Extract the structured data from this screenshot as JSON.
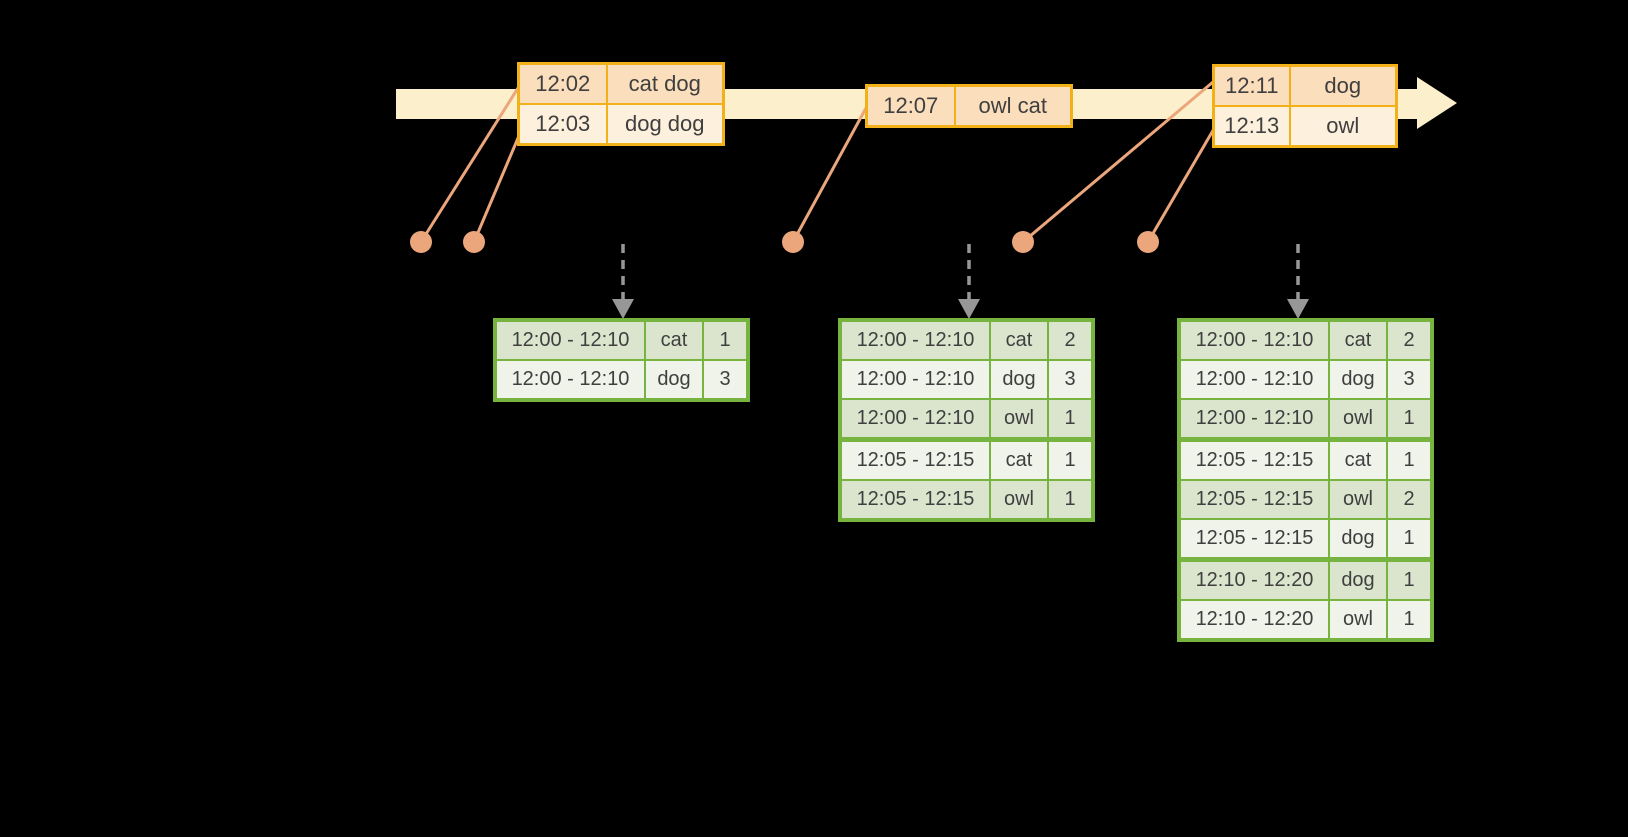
{
  "colors": {
    "background": "#000000",
    "timeline_band": "#FBF0CB",
    "event_border": "#F2B118",
    "event_row_dark": "#FBDEBB",
    "event_row_light": "#FDF0DC",
    "connector": "#ECA67C",
    "trigger_arrow": "#979797",
    "table_border": "#77B33F",
    "table_row_dark": "#DBE5CE",
    "table_row_light": "#EFF3EA",
    "text": "#3F3F3F"
  },
  "timeline": {
    "event_groups": [
      {
        "rows": [
          {
            "time": "12:02",
            "words": "cat dog"
          },
          {
            "time": "12:03",
            "words": "dog dog"
          }
        ]
      },
      {
        "rows": [
          {
            "time": "12:07",
            "words": "owl cat"
          }
        ]
      },
      {
        "rows": [
          {
            "time": "12:11",
            "words": "dog"
          },
          {
            "time": "12:13",
            "words": "owl"
          }
        ]
      }
    ]
  },
  "result_tables": [
    {
      "rows": [
        {
          "window": "12:00 - 12:10",
          "word": "cat",
          "count": "1"
        },
        {
          "window": "12:00 - 12:10",
          "word": "dog",
          "count": "3"
        }
      ]
    },
    {
      "rows": [
        {
          "window": "12:00 - 12:10",
          "word": "cat",
          "count": "2"
        },
        {
          "window": "12:00 - 12:10",
          "word": "dog",
          "count": "3"
        },
        {
          "window": "12:00 - 12:10",
          "word": "owl",
          "count": "1"
        },
        {
          "window": "12:05 - 12:15",
          "word": "cat",
          "count": "1"
        },
        {
          "window": "12:05 - 12:15",
          "word": "owl",
          "count": "1"
        }
      ]
    },
    {
      "rows": [
        {
          "window": "12:00 - 12:10",
          "word": "cat",
          "count": "2"
        },
        {
          "window": "12:00 - 12:10",
          "word": "dog",
          "count": "3"
        },
        {
          "window": "12:00 - 12:10",
          "word": "owl",
          "count": "1"
        },
        {
          "window": "12:05 - 12:15",
          "word": "cat",
          "count": "1"
        },
        {
          "window": "12:05 - 12:15",
          "word": "owl",
          "count": "2"
        },
        {
          "window": "12:05 - 12:15",
          "word": "dog",
          "count": "1"
        },
        {
          "window": "12:10 - 12:20",
          "word": "dog",
          "count": "1"
        },
        {
          "window": "12:10 - 12:20",
          "word": "owl",
          "count": "1"
        }
      ]
    }
  ]
}
